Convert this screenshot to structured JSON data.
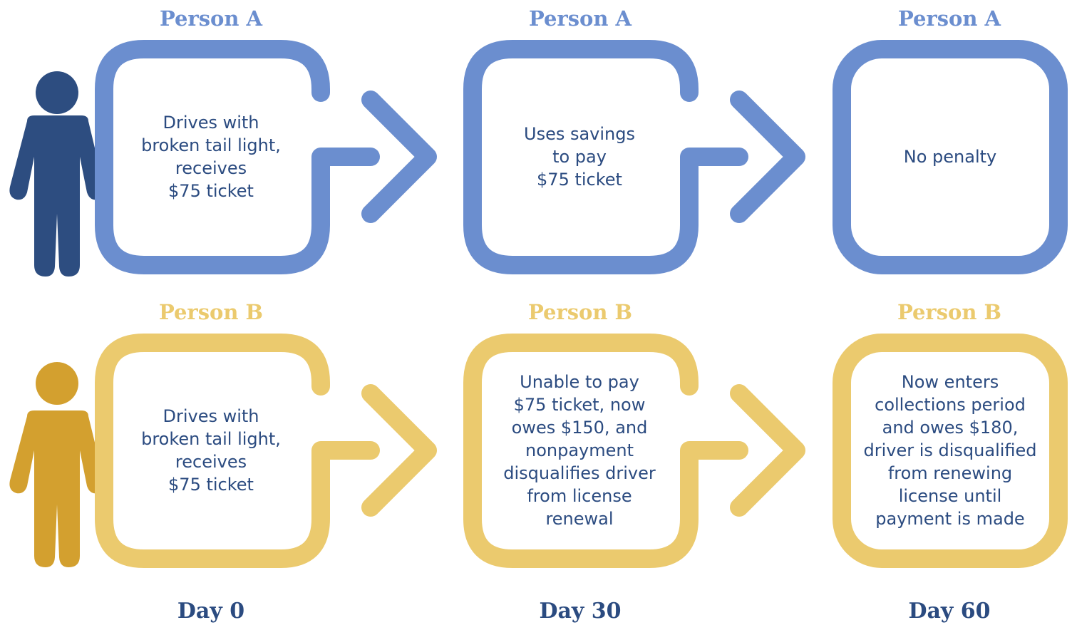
{
  "colors": {
    "person_a": "#6b8ecf",
    "person_b": "#ebca6e",
    "figure_a": "#2d4d80",
    "figure_b": "#d3a02f",
    "text": "#2b4b80"
  },
  "icons": [
    "person-a-figure-icon",
    "person-b-figure-icon",
    "arrow-right-icon"
  ],
  "rows": [
    {
      "person": "Person A",
      "steps": [
        "Drives with\nbroken tail light,\nreceives\n$75 ticket",
        "Uses savings\nto pay\n$75 ticket",
        "No penalty"
      ]
    },
    {
      "person": "Person B",
      "steps": [
        "Drives with\nbroken tail light,\nreceives\n$75 ticket",
        "Unable to pay\n$75 ticket, now\nowes $150, and\nnonpayment\ndisqualifies driver\nfrom license\nrenewal",
        "Now enters\ncollections period\nand owes $180,\ndriver is disqualified\nfrom renewing\nlicense until\npayment is made"
      ]
    }
  ],
  "days": [
    "Day 0",
    "Day 30",
    "Day 60"
  ]
}
